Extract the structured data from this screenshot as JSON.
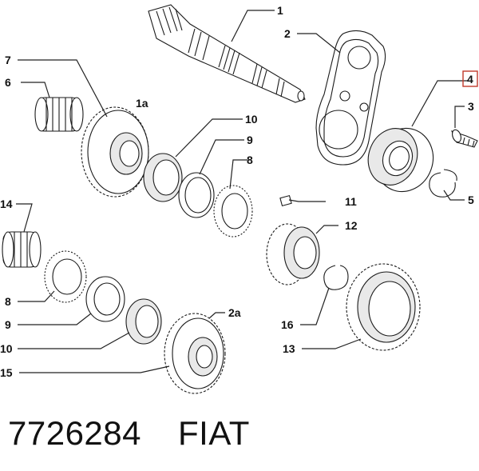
{
  "diagram": {
    "callouts": [
      {
        "id": "c1",
        "text": "1"
      },
      {
        "id": "c2",
        "text": "2"
      },
      {
        "id": "c3",
        "text": "3"
      },
      {
        "id": "c4",
        "text": "4",
        "highlight": true,
        "highlight_color": "#c0392b"
      },
      {
        "id": "c5",
        "text": "5"
      },
      {
        "id": "c6",
        "text": "6"
      },
      {
        "id": "c7",
        "text": "7"
      },
      {
        "id": "c1a",
        "text": "1a"
      },
      {
        "id": "c10a",
        "text": "10"
      },
      {
        "id": "c9a",
        "text": "9"
      },
      {
        "id": "c8a",
        "text": "8"
      },
      {
        "id": "c11",
        "text": "11"
      },
      {
        "id": "c12",
        "text": "12"
      },
      {
        "id": "c14",
        "text": "14"
      },
      {
        "id": "c8b",
        "text": "8"
      },
      {
        "id": "c9b",
        "text": "9"
      },
      {
        "id": "c10b",
        "text": "10"
      },
      {
        "id": "c15",
        "text": "15"
      },
      {
        "id": "c2a",
        "text": "2a"
      },
      {
        "id": "c16",
        "text": "16"
      },
      {
        "id": "c13",
        "text": "13"
      }
    ]
  },
  "footer": {
    "part_number": "7726284",
    "brand": "FIAT"
  }
}
